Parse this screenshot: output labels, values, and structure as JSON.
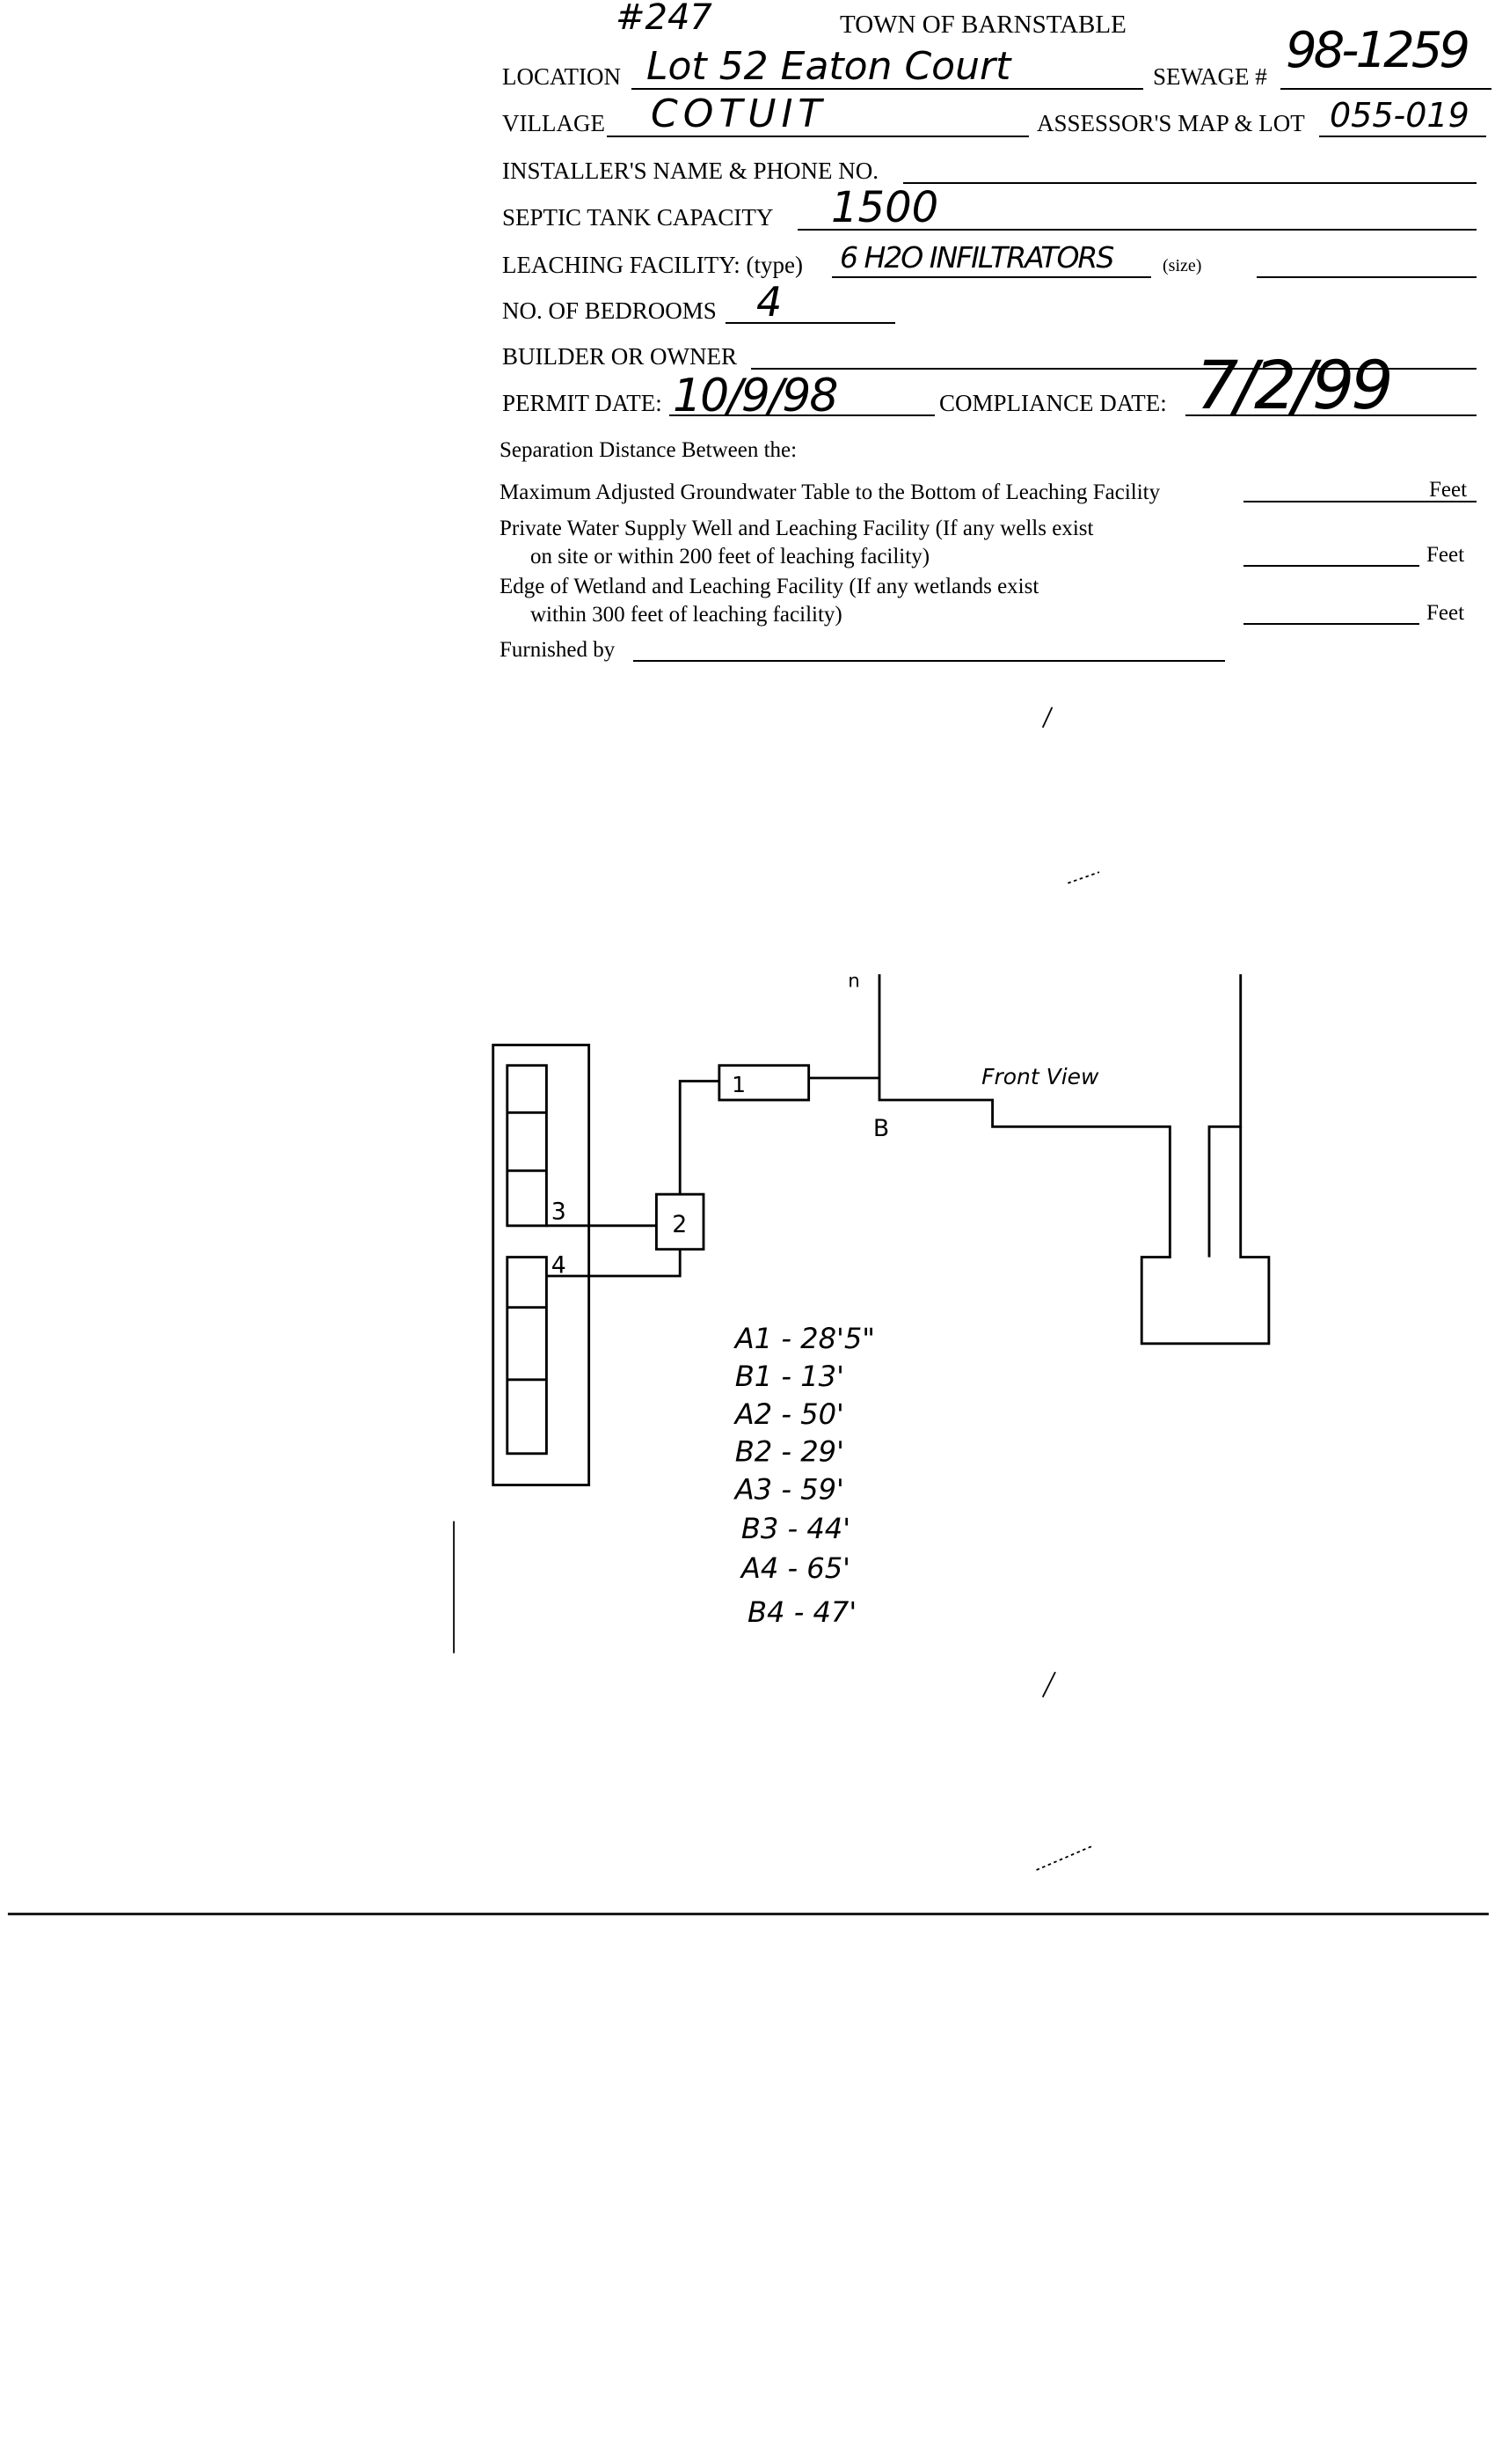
{
  "header": {
    "file_no": "#247",
    "title": "TOWN OF BARNSTABLE"
  },
  "form": {
    "location": {
      "label": "LOCATION",
      "value": "Lot 52 Eaton Court"
    },
    "sewage": {
      "label": "SEWAGE #",
      "value": "98-1259"
    },
    "village": {
      "label": "VILLAGE",
      "value": "COTUIT"
    },
    "assessor": {
      "label": "ASSESSOR'S MAP & LOT",
      "value": "055-019"
    },
    "installer": {
      "label": "INSTALLER'S NAME & PHONE NO.",
      "value": ""
    },
    "septic": {
      "label": "SEPTIC TANK CAPACITY",
      "value": "1500"
    },
    "leaching": {
      "label": "LEACHING FACILITY: (type)",
      "value": "6 H2O INFILTRATORS",
      "size_label": "(size)"
    },
    "bedrooms": {
      "label": "NO. OF BEDROOMS",
      "value": "4"
    },
    "builder": {
      "label": "BUILDER OR OWNER",
      "value": ""
    },
    "permit": {
      "label": "PERMIT DATE:",
      "value": "10/9/98"
    },
    "compliance": {
      "label": "COMPLIANCE  DATE:",
      "value": "7/2/99"
    },
    "separation": {
      "heading": "Separation Distance Between the:",
      "items": [
        {
          "line1": "Maximum Adjusted Groundwater Table to the Bottom of Leaching Facility",
          "line2": "",
          "unit": "Feet"
        },
        {
          "line1": "Private Water Supply Well and Leaching Facility  (If any wells exist",
          "line2": "on site or within 200 feet of leaching facility)",
          "unit": "Feet"
        },
        {
          "line1": "Edge of Wetland and Leaching Facility (If any wetlands exist",
          "line2": "within 300 feet of leaching facility)",
          "unit": "Feet"
        }
      ]
    },
    "furnished": {
      "label": "Furnished by",
      "value": ""
    }
  },
  "sketch": {
    "labels": {
      "box1": "1",
      "box2": "2",
      "pipe3": "3",
      "pipe4": "4",
      "point_b": "B",
      "front_view": "Front View",
      "top_mark": "n"
    },
    "measurements": [
      "A1 - 28'5\"",
      "B1 - 13'",
      "A2 - 50'",
      "B2 - 29'",
      "A3 - 59'",
      "B3 - 44'",
      "A4 - 65'",
      "B4 - 47'"
    ]
  }
}
